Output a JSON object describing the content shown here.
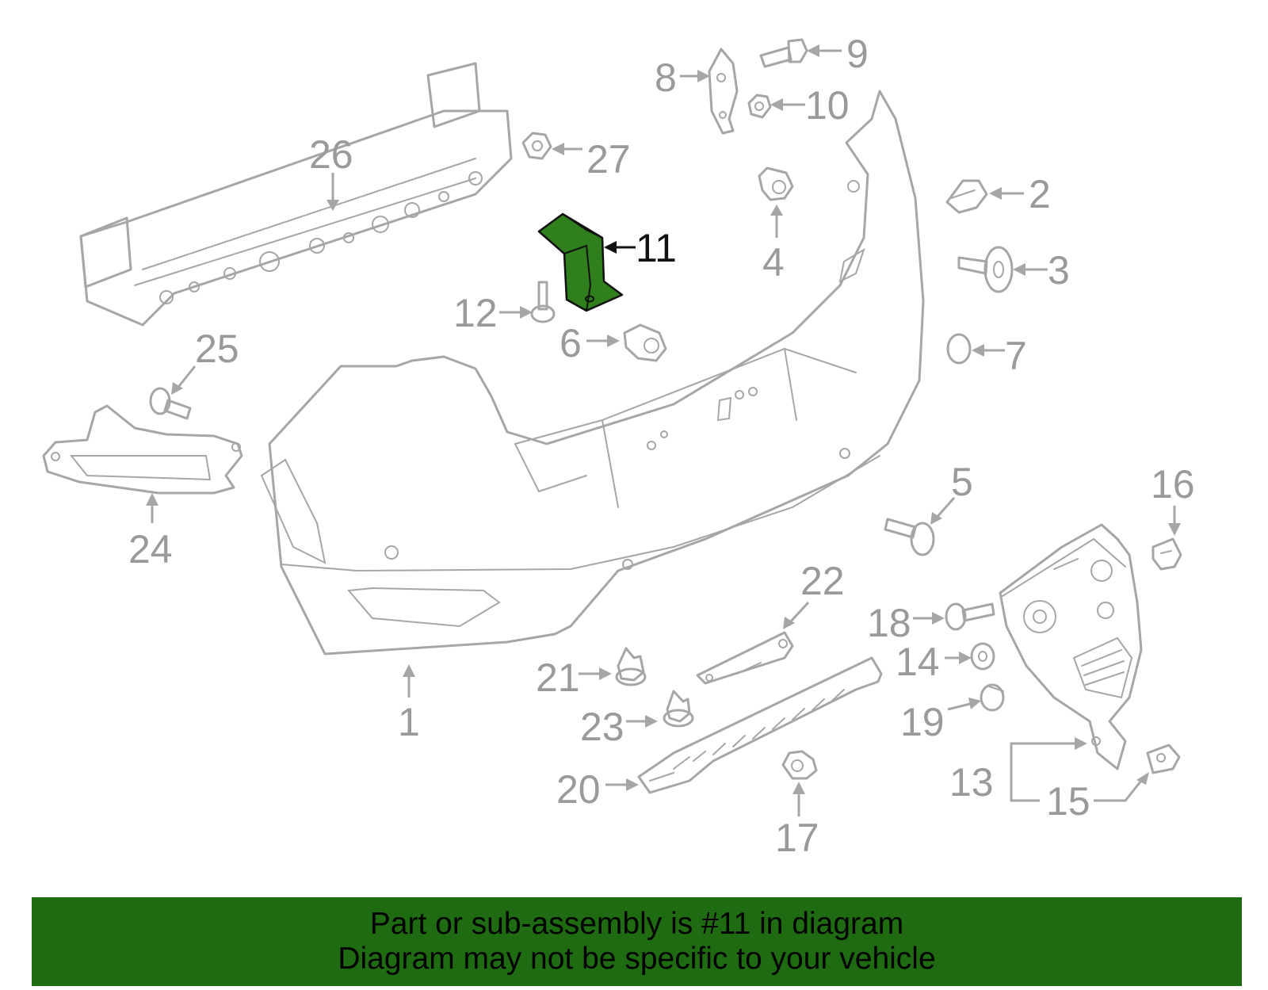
{
  "highlight_color": "#2f7f1c",
  "banner_color": "#1f6b12",
  "callouts": {
    "c1": "1",
    "c2": "2",
    "c3": "3",
    "c4": "4",
    "c5": "5",
    "c6": "6",
    "c7": "7",
    "c8": "8",
    "c9": "9",
    "c10": "10",
    "c11": "11",
    "c12": "12",
    "c13": "13",
    "c14": "14",
    "c15": "15",
    "c16": "16",
    "c17": "17",
    "c18": "18",
    "c19": "19",
    "c20": "20",
    "c21": "21",
    "c22": "22",
    "c23": "23",
    "c24": "24",
    "c25": "25",
    "c26": "26",
    "c27": "27"
  },
  "highlighted_part": "11",
  "caption": {
    "line1": "Part or sub-assembly is #11 in diagram",
    "line2": "Diagram may not be specific to your vehicle"
  }
}
